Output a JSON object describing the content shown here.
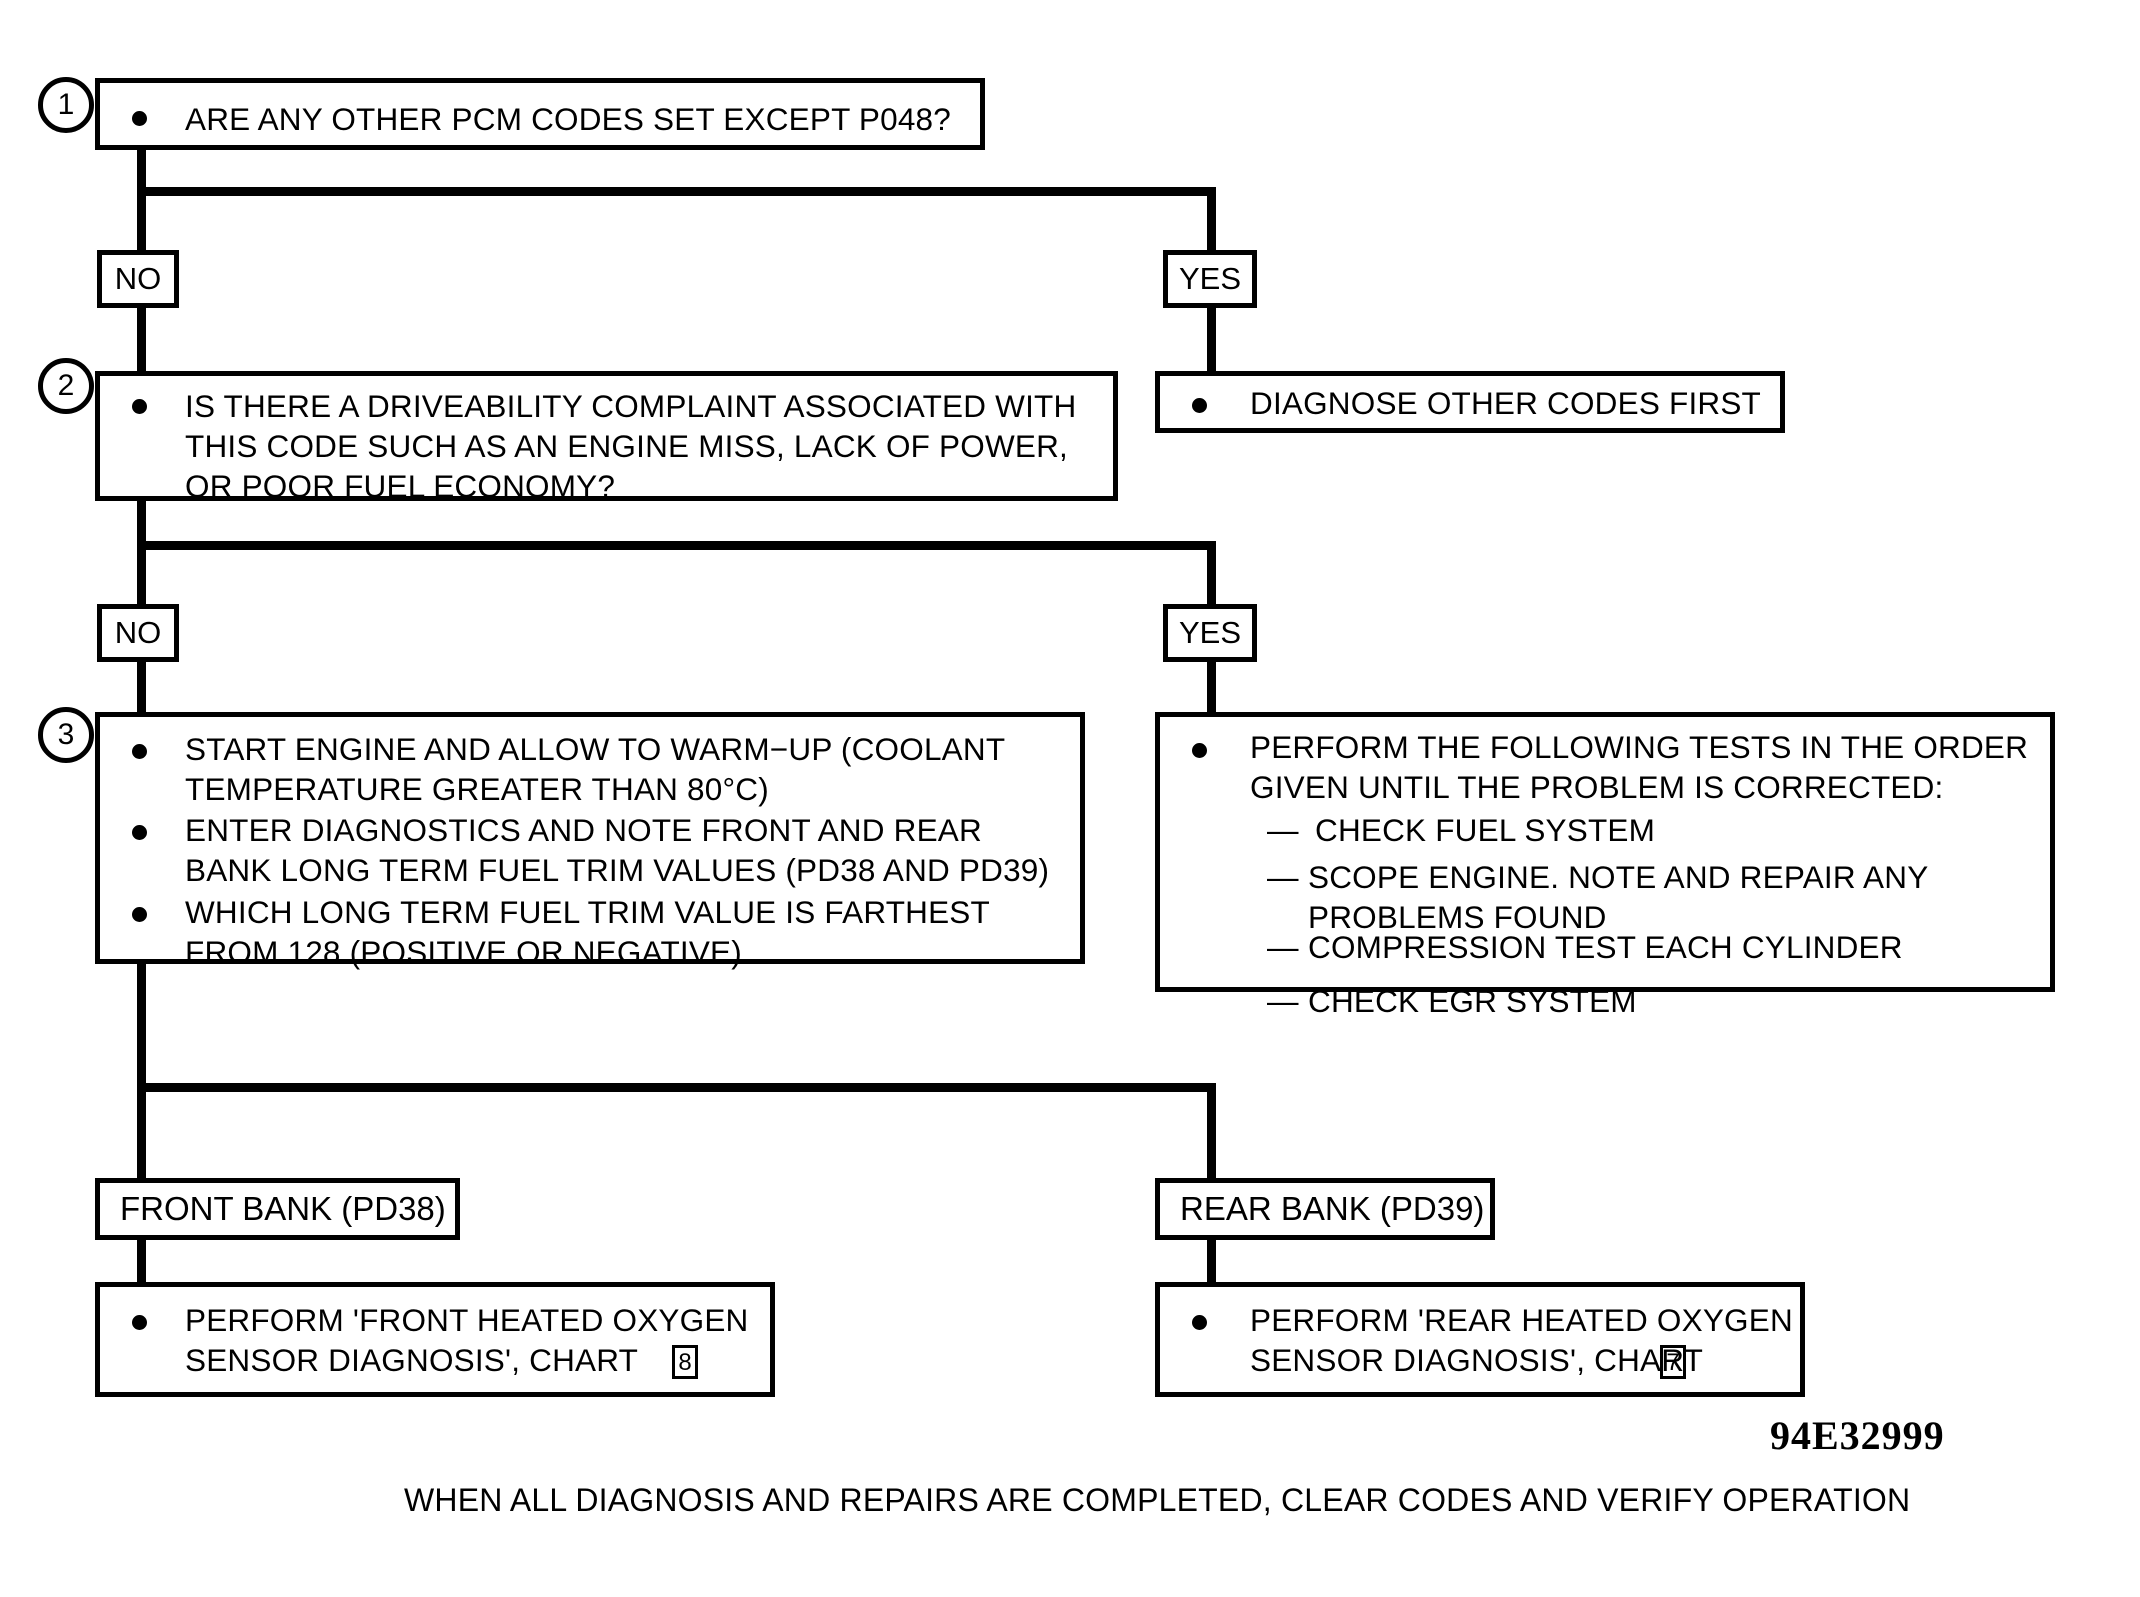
{
  "figure": {
    "reference_number": "94E32999",
    "footer_note": "WHEN ALL DIAGNOSIS AND REPAIRS ARE COMPLETED, CLEAR CODES AND VERIFY OPERATION"
  },
  "steps": {
    "step1": {
      "number": "1",
      "text": "ARE ANY OTHER PCM CODES SET EXCEPT P048?"
    },
    "step2": {
      "number": "2",
      "text": "IS THERE A DRIVEABILITY COMPLAINT ASSOCIATED WITH\nTHIS CODE SUCH AS AN ENGINE MISS, LACK OF POWER,\nOR POOR FUEL ECONOMY?"
    },
    "step3": {
      "number": "3",
      "bullet1": "START ENGINE AND ALLOW TO WARM−UP (COOLANT\nTEMPERATURE GREATER THAN 80°C)",
      "bullet2": "ENTER DIAGNOSTICS AND NOTE FRONT AND REAR\nBANK LONG TERM FUEL TRIM VALUES (PD38 AND PD39)",
      "bullet3": "WHICH LONG TERM FUEL TRIM VALUE IS FARTHEST\nFROM 128 (POSITIVE OR NEGATIVE)"
    }
  },
  "branches": {
    "branch1_no": "NO",
    "branch1_yes": "YES",
    "branch2_no": "NO",
    "branch2_yes": "YES"
  },
  "outcomes": {
    "diagnose_other_codes": "DIAGNOSE OTHER CODES FIRST",
    "perform_tests": {
      "heading": "PERFORM  THE FOLLOWING TESTS IN THE ORDER\nGIVEN UNTIL THE PROBLEM IS CORRECTED:",
      "dash": "—",
      "items": [
        "CHECK FUEL SYSTEM",
        "SCOPE ENGINE. NOTE AND REPAIR ANY\nPROBLEMS FOUND",
        "COMPRESSION TEST EACH CYLINDER",
        "CHECK EGR SYSTEM"
      ]
    }
  },
  "banks": {
    "front": "FRONT BANK (PD38)",
    "rear": "REAR BANK (PD39)"
  },
  "final_actions": {
    "front": {
      "line1": "PERFORM 'FRONT HEATED OXYGEN",
      "line2": "SENSOR DIAGNOSIS', CHART",
      "chart_ref": "8"
    },
    "rear": {
      "line1": "PERFORM 'REAR HEATED OXYGEN",
      "line2": "SENSOR DIAGNOSIS', CHART",
      "chart_ref": "7"
    }
  },
  "colors": {
    "ink": "#000000",
    "paper": "#ffffff"
  }
}
